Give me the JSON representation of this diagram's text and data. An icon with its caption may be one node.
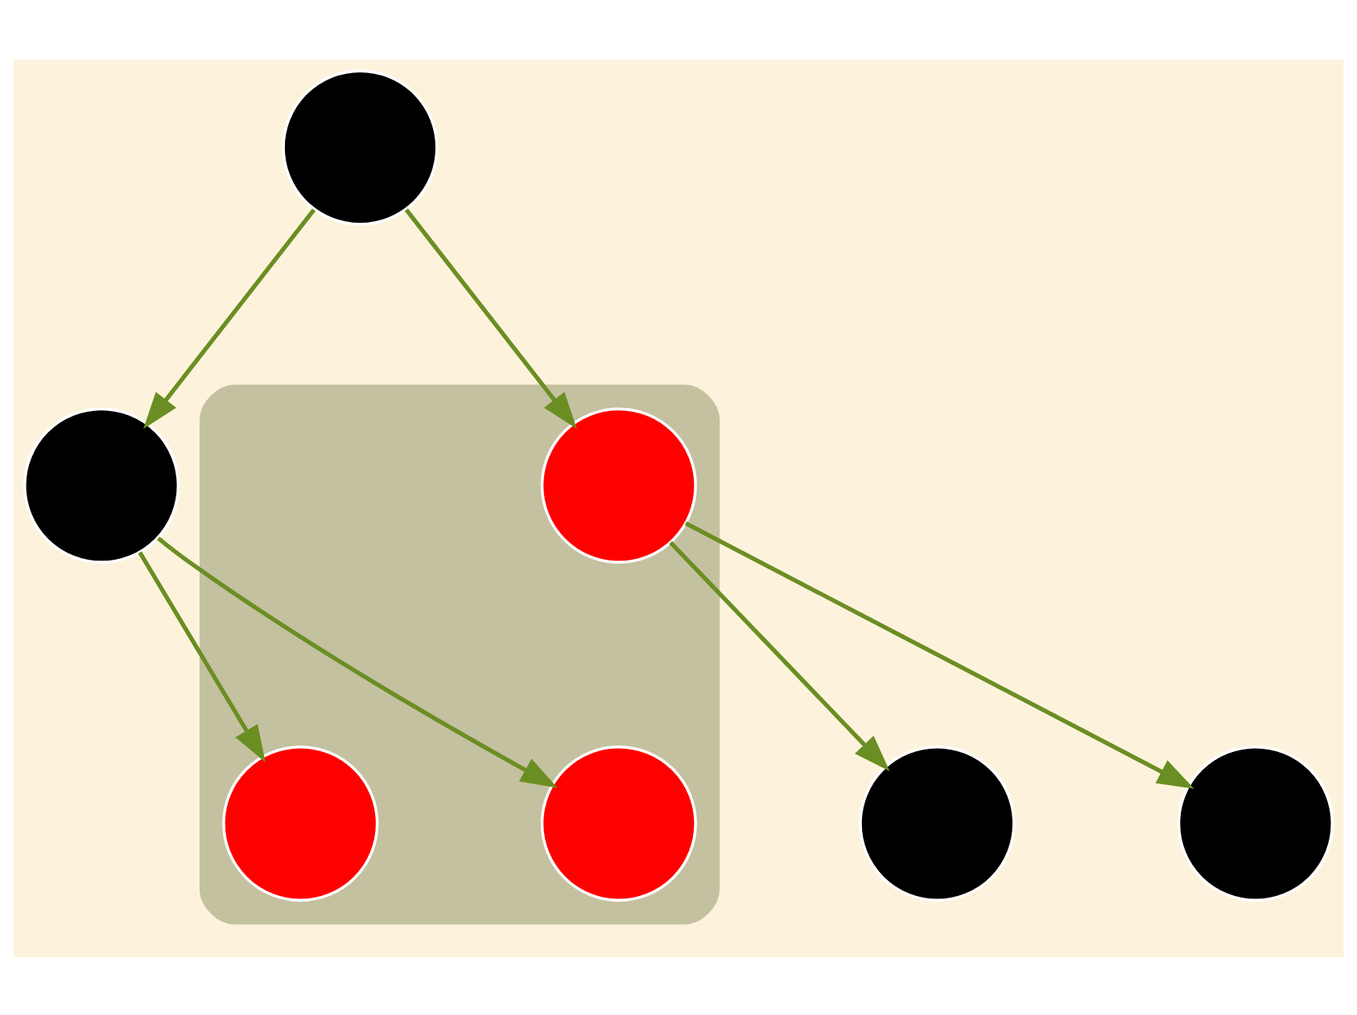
{
  "diagram": {
    "nodes": [
      {
        "text": [],
        "shape": "circle"
      },
      {
        "text": [],
        "shape": "circle"
      },
      {
        "text": [],
        "shape": "cloud"
      },
      {
        "text": [],
        "shape": "circle",
        "in": 2
      },
      {
        "text": [],
        "shape": "circle",
        "in": 2
      },
      {
        "text": [],
        "shape": "circle",
        "in": 2
      },
      {
        "text": [],
        "shape": "circle"
      },
      {
        "text": [],
        "shape": "circle"
      }
    ],
    "edges": [
      {
        "from": 0,
        "to": 1,
        "arrow": "to"
      },
      {
        "from": 0,
        "to": 3,
        "arrow": "to"
      },
      {
        "from": 1,
        "to": 4,
        "arrow": "to"
      },
      {
        "from": 1,
        "to": 5,
        "arrow": "to"
      },
      {
        "from": 3,
        "to": 6,
        "arrow": "to"
      },
      {
        "from": 3,
        "to": 7,
        "arrow": "to"
      }
    ]
  }
}
